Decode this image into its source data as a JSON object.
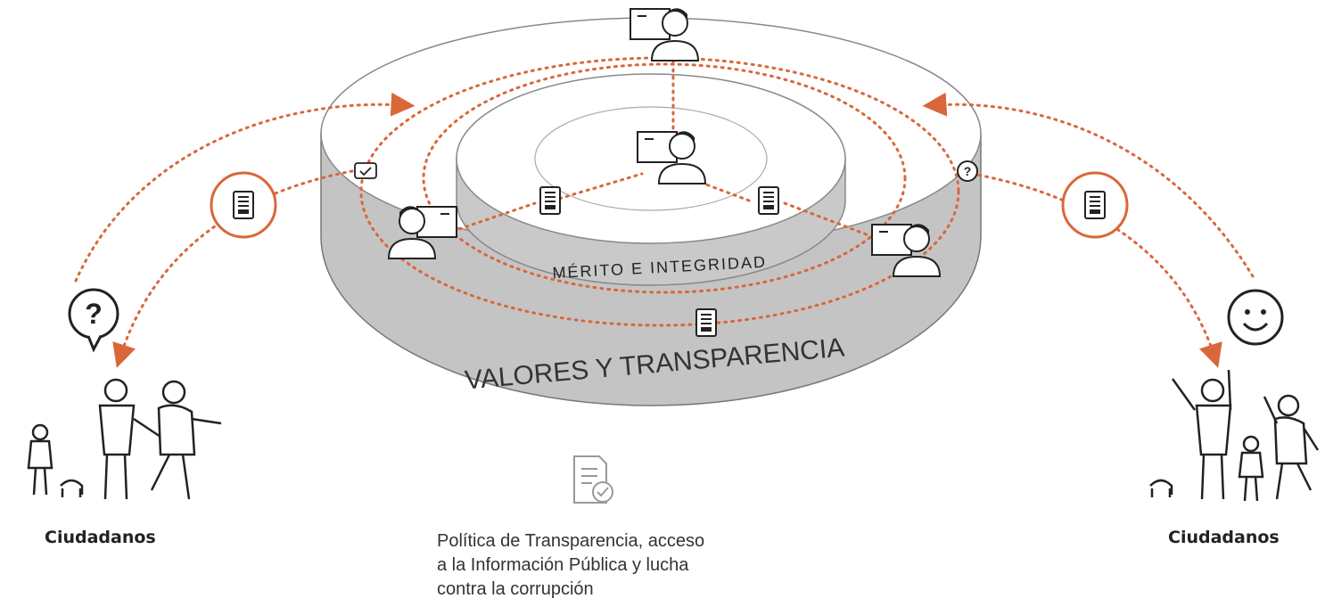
{
  "rings": {
    "inner_label": "MÉRITO E INTEGRIDAD",
    "outer_label": "VALORES Y TRANSPARENCIA"
  },
  "citizens": {
    "left_label": "Ciudadanos",
    "right_label": "Ciudadanos"
  },
  "caption": {
    "line1": "Política de Transparencia, acceso",
    "line2": "a la Información Pública y lucha",
    "line3": "contra la corrupción"
  },
  "bubbles": {
    "question": "?"
  },
  "colors": {
    "accent": "#d9673a",
    "line": "#222222",
    "ring_side": "#bdbdbd",
    "ring_face": "#ffffff"
  },
  "icons": [
    "document-icon",
    "question-bubble-icon",
    "smiley-icon",
    "check-bubble-icon",
    "policy-document-icon"
  ]
}
